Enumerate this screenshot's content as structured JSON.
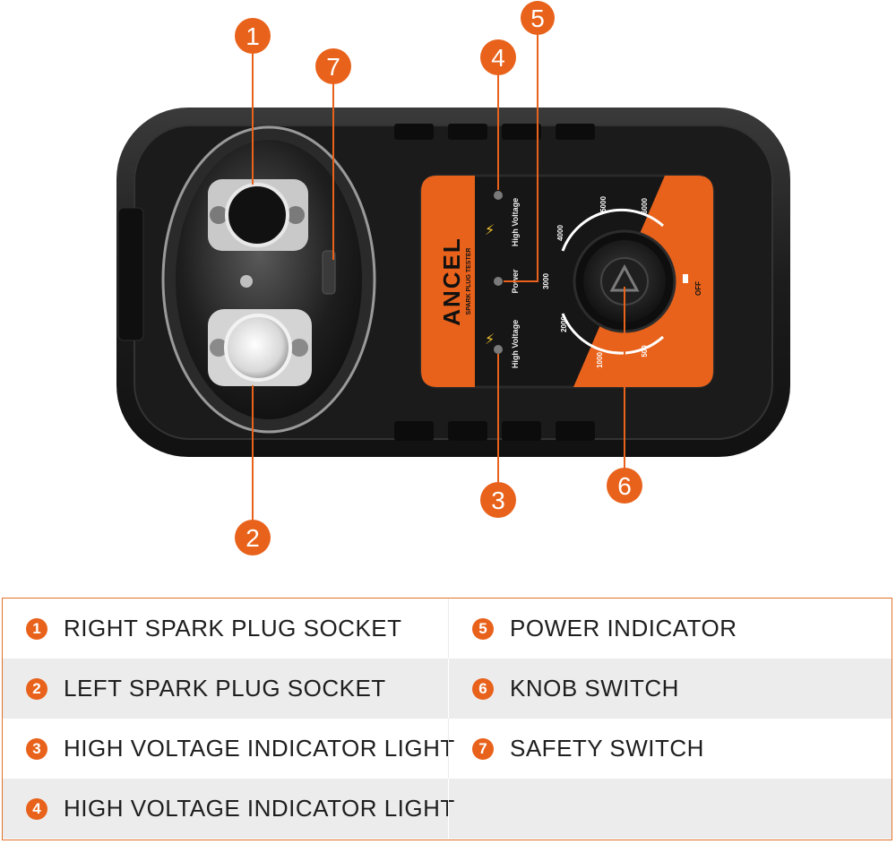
{
  "device": {
    "brand": "ANCEL",
    "product_line": "SPARK PLUG TESTER",
    "high_voltage_top": "High Voltage",
    "high_voltage_bottom": "High Voltage",
    "power": "Power",
    "off": "OFF",
    "scale": [
      "1000",
      "500",
      "2000",
      "3000",
      "4000",
      "5000",
      "6000"
    ]
  },
  "callouts": [
    "1",
    "2",
    "3",
    "4",
    "5",
    "6",
    "7"
  ],
  "colors": {
    "accent": "#e8621b",
    "panel": "#1a1a1a",
    "border": "#e2722b"
  },
  "legend": [
    {
      "num": "1",
      "text": "RIGHT SPARK PLUG SOCKET"
    },
    {
      "num": "2",
      "text": "LEFT SPARK PLUG SOCKET"
    },
    {
      "num": "3",
      "text": "HIGH VOLTAGE INDICATOR LIGHT"
    },
    {
      "num": "4",
      "text": "HIGH VOLTAGE INDICATOR LIGHT"
    },
    {
      "num": "5",
      "text": "POWER INDICATOR"
    },
    {
      "num": "6",
      "text": "KNOB SWITCH"
    },
    {
      "num": "7",
      "text": "SAFETY SWITCH"
    }
  ]
}
